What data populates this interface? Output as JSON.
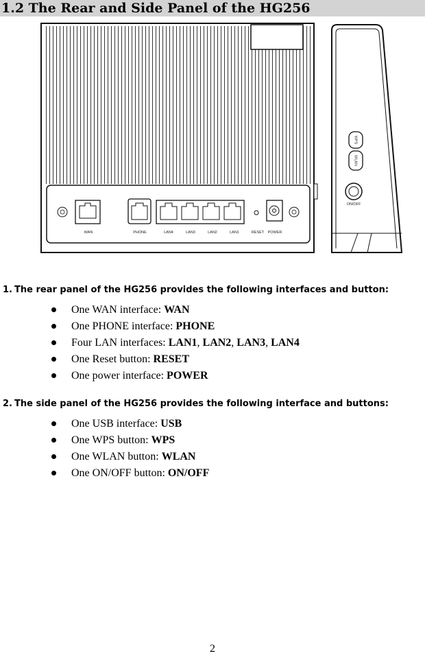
{
  "section": {
    "title": "1.2 The Rear and Side Panel of the HG256"
  },
  "figure": {
    "rear_ports": [
      "WAN",
      "PHONE",
      "LAN4",
      "LAN3",
      "LAN2",
      "LAN1",
      "RESET",
      "POWER"
    ],
    "side_buttons": [
      "WPS",
      "WLAN",
      "ON/OFF"
    ]
  },
  "rear_panel": {
    "number": "1.",
    "heading": "The rear panel of the HG256 provides the following interfaces and button:",
    "items": [
      {
        "text": "One WAN interface: ",
        "emph": [
          "WAN"
        ],
        "sep": ""
      },
      {
        "text": "One PHONE interface: ",
        "emph": [
          "PHONE"
        ],
        "sep": ""
      },
      {
        "text": "Four LAN interfaces: ",
        "emph": [
          "LAN1",
          "LAN2",
          "LAN3",
          "LAN4"
        ],
        "sep": ", "
      },
      {
        "text": "One Reset button: ",
        "emph": [
          "RESET"
        ],
        "sep": ""
      },
      {
        "text": "One power interface: ",
        "emph": [
          "POWER"
        ],
        "sep": ""
      }
    ]
  },
  "side_panel": {
    "number": "2.",
    "heading": "The side panel of the HG256 provides the following interface and buttons:",
    "items": [
      {
        "text": "One USB interface: ",
        "emph": [
          "USB"
        ],
        "sep": ""
      },
      {
        "text": "One WPS button: ",
        "emph": [
          "WPS"
        ],
        "sep": ""
      },
      {
        "text": "One WLAN button: ",
        "emph": [
          "WLAN"
        ],
        "sep": ""
      },
      {
        "text": "One ON/OFF button: ",
        "emph": [
          "ON/OFF"
        ],
        "sep": ""
      }
    ]
  },
  "footer": {
    "page_number": "2"
  }
}
